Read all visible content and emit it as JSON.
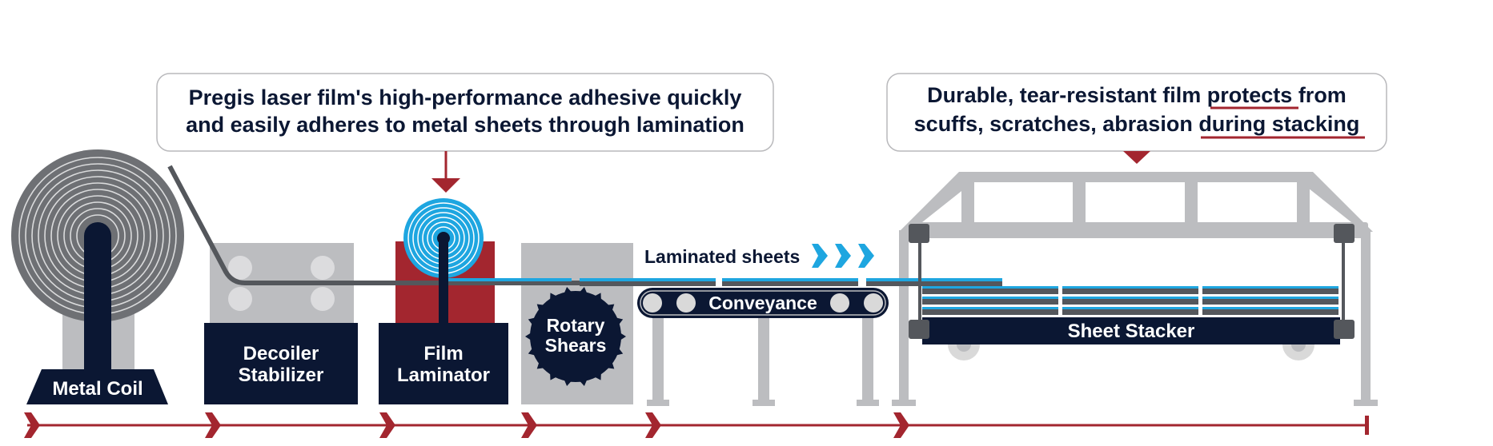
{
  "colors": {
    "navy": "#0b1733",
    "red": "#a3262f",
    "gray": "#bcbdc0",
    "dark_gray": "#54575c",
    "light_gray": "#d9d9d9",
    "blue": "#1ea6e0",
    "coil_gray": "#6e7074"
  },
  "callouts": {
    "laminator": {
      "line1": "Pregis laser film's high-performance adhesive quickly",
      "line2": "and easily adheres to metal sheets through lamination"
    },
    "stacker": {
      "line1_part1": "Durable, tear-resistant film ",
      "line1_emphasis": "protects",
      "line1_part2": " from",
      "line2_part1": "scuffs, scratches, abrasion ",
      "line2_emphasis": "during stacking"
    }
  },
  "stations": {
    "metal_coil": "Metal Coil",
    "decoiler_line1": "Decoiler",
    "decoiler_line2": "Stabilizer",
    "laminator_line1": "Film",
    "laminator_line2": "Laminator",
    "shears_line1": "Rotary",
    "shears_line2": "Shears",
    "conveyance": "Conveyance",
    "stacker": "Sheet Stacker"
  },
  "flow_label": "Laminated sheets"
}
